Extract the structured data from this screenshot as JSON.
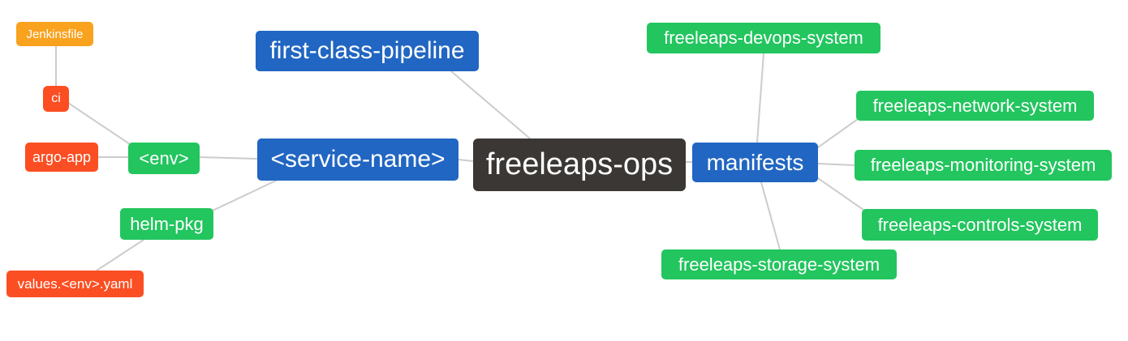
{
  "diagram": {
    "type": "mindmap",
    "background": "#ffffff",
    "edge_color": "#cccccc",
    "palette": {
      "blue": "#2166C2",
      "green": "#22C55E",
      "red": "#FB4E22",
      "orange": "#F9A21E",
      "dark": "#3B3734"
    },
    "nodes": {
      "jenkinsfile": {
        "label": "Jenkinsfile",
        "color": "#F9A21E"
      },
      "ci": {
        "label": "ci",
        "color": "#FB4E22"
      },
      "argo_app": {
        "label": "argo-app",
        "color": "#FB4E22"
      },
      "env": {
        "label": "<env>",
        "color": "#22C55E"
      },
      "helm_pkg": {
        "label": "helm-pkg",
        "color": "#22C55E"
      },
      "values_env_yaml": {
        "label": "values.<env>.yaml",
        "color": "#FB4E22"
      },
      "first_class_pipeline": {
        "label": "first-class-pipeline",
        "color": "#2166C2"
      },
      "service_name": {
        "label": "<service-name>",
        "color": "#2166C2"
      },
      "freeleaps_ops": {
        "label": "freeleaps-ops",
        "color": "#3B3734"
      },
      "manifests": {
        "label": "manifests",
        "color": "#2166C2"
      },
      "devops_system": {
        "label": "freeleaps-devops-system",
        "color": "#22C55E"
      },
      "network_system": {
        "label": "freeleaps-network-system",
        "color": "#22C55E"
      },
      "monitoring_system": {
        "label": "freeleaps-monitoring-system",
        "color": "#22C55E"
      },
      "controls_system": {
        "label": "freeleaps-controls-system",
        "color": "#22C55E"
      },
      "storage_system": {
        "label": "freeleaps-storage-system",
        "color": "#22C55E"
      }
    },
    "edges": [
      {
        "from": "jenkinsfile",
        "to": "ci"
      },
      {
        "from": "ci",
        "to": "env"
      },
      {
        "from": "argo_app",
        "to": "env"
      },
      {
        "from": "env",
        "to": "service_name"
      },
      {
        "from": "helm_pkg",
        "to": "service_name"
      },
      {
        "from": "values_env_yaml",
        "to": "helm_pkg"
      },
      {
        "from": "first_class_pipeline",
        "to": "freeleaps_ops"
      },
      {
        "from": "service_name",
        "to": "freeleaps_ops"
      },
      {
        "from": "freeleaps_ops",
        "to": "manifests"
      },
      {
        "from": "manifests",
        "to": "devops_system"
      },
      {
        "from": "manifests",
        "to": "network_system"
      },
      {
        "from": "manifests",
        "to": "monitoring_system"
      },
      {
        "from": "manifests",
        "to": "controls_system"
      },
      {
        "from": "manifests",
        "to": "storage_system"
      }
    ]
  }
}
